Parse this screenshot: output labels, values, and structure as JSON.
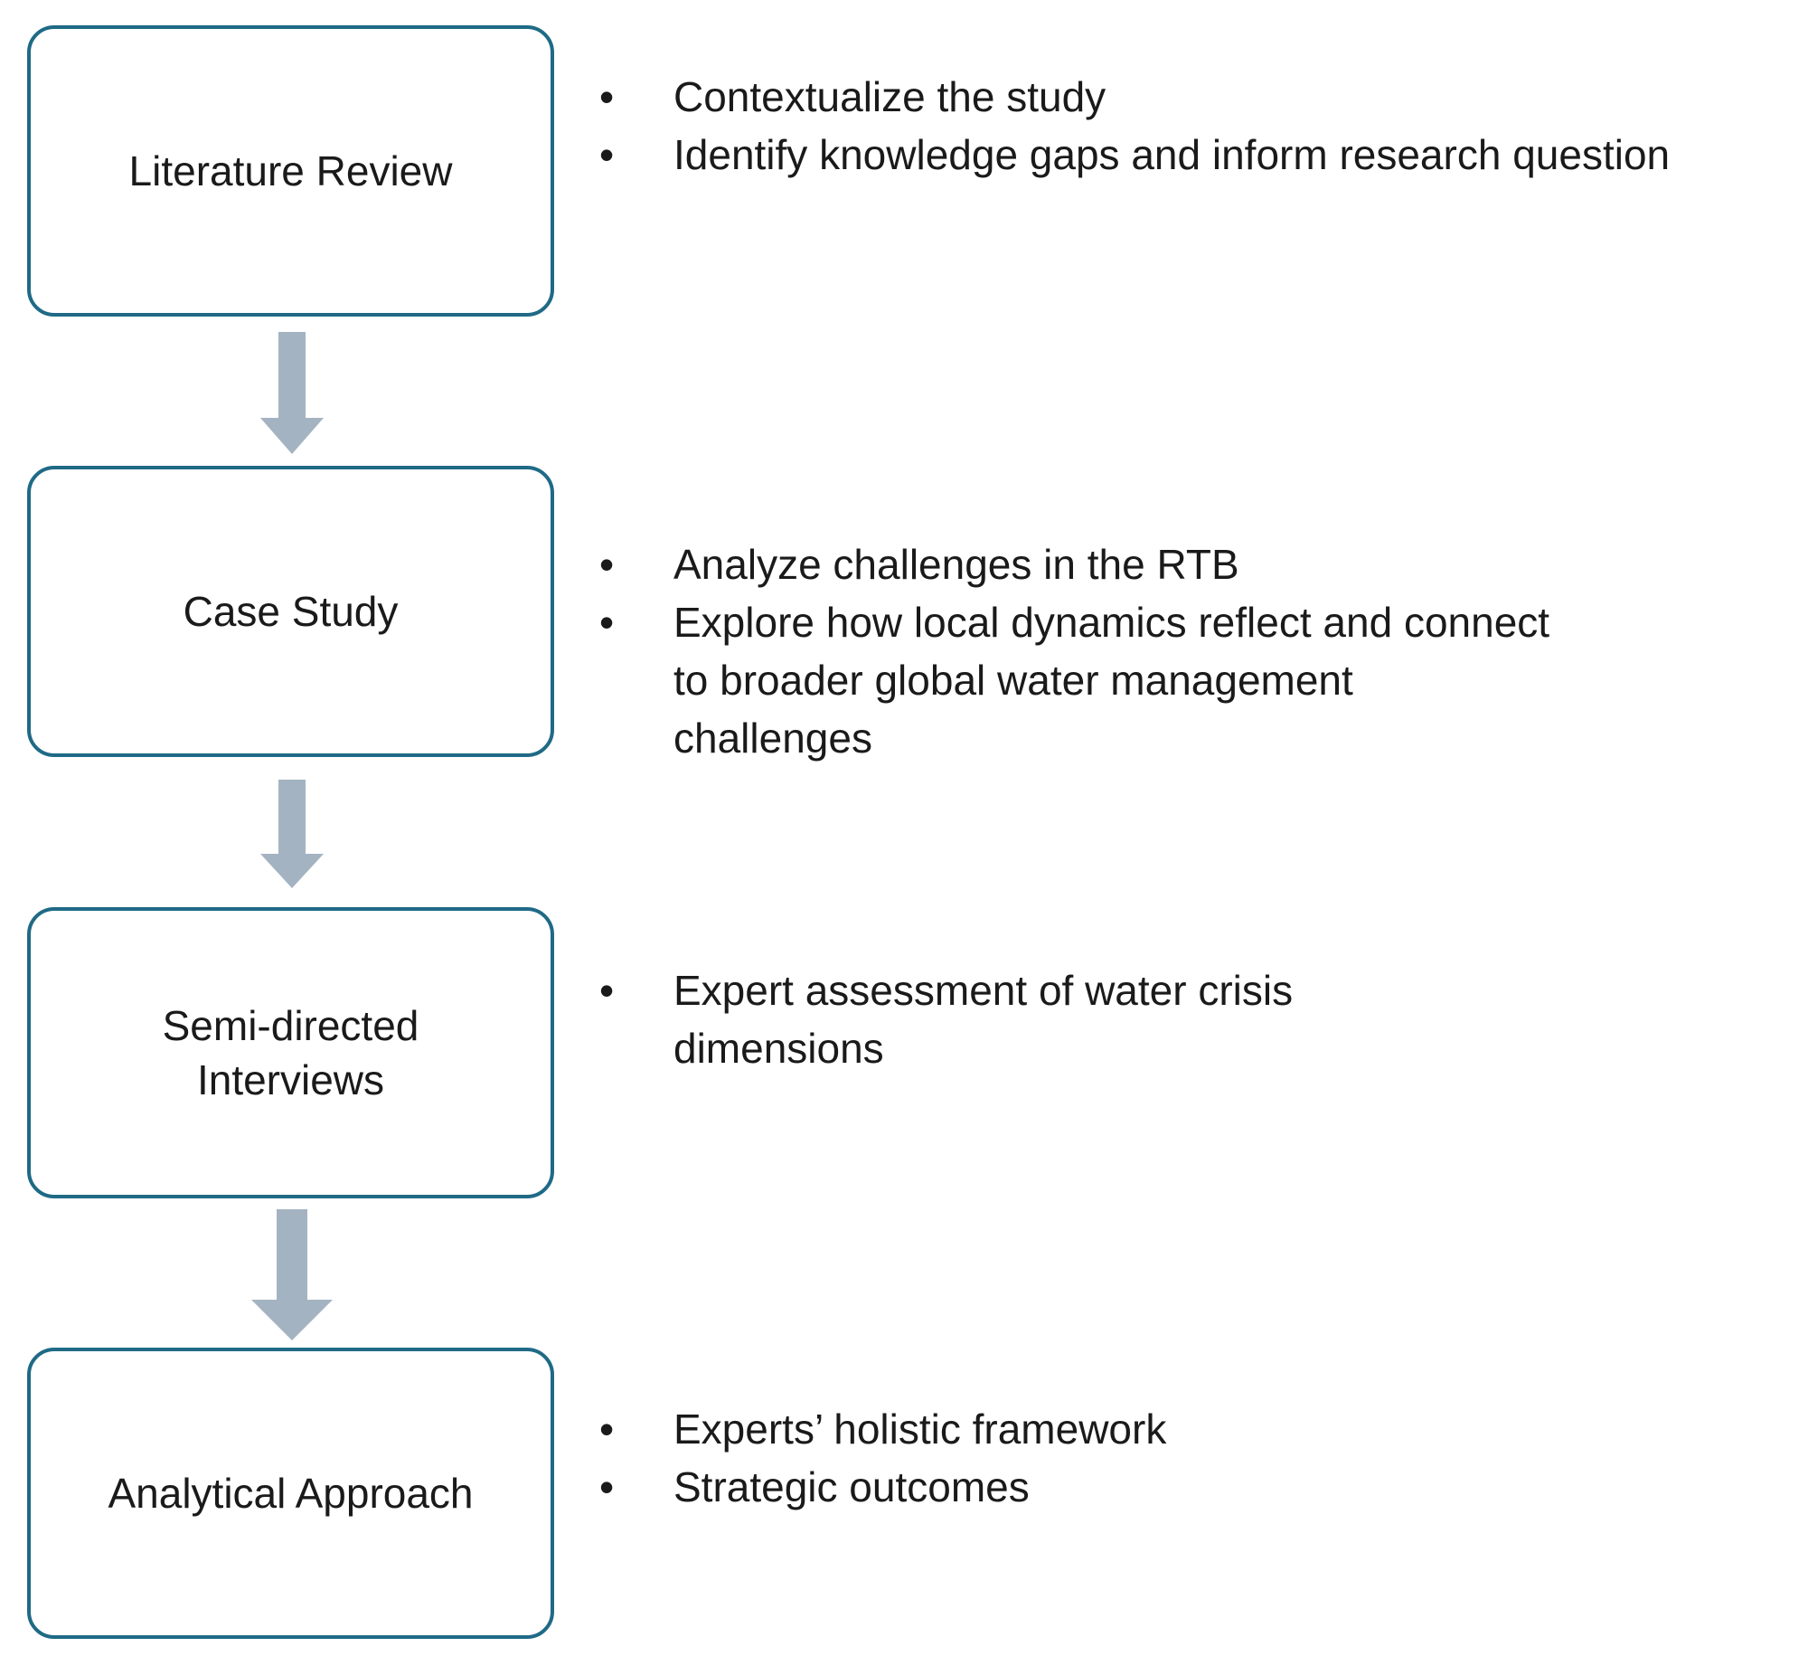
{
  "accent_color": "#1f6a86",
  "arrow_color": "#a3b3c1",
  "steps": [
    {
      "label": "Literature Review",
      "bullets": [
        "Contextualize the study",
        "Identify knowledge gaps and inform research question"
      ]
    },
    {
      "label": "Case Study",
      "bullets": [
        "Analyze challenges in the RTB",
        "Explore how local dynamics reflect and connect to broader global water management challenges"
      ]
    },
    {
      "label": "Semi-directed\nInterviews",
      "bullets": [
        "Expert assessment of water crisis dimensions"
      ]
    },
    {
      "label": "Analytical Approach",
      "bullets": [
        "Experts’ holistic framework",
        "Strategic outcomes"
      ]
    }
  ]
}
